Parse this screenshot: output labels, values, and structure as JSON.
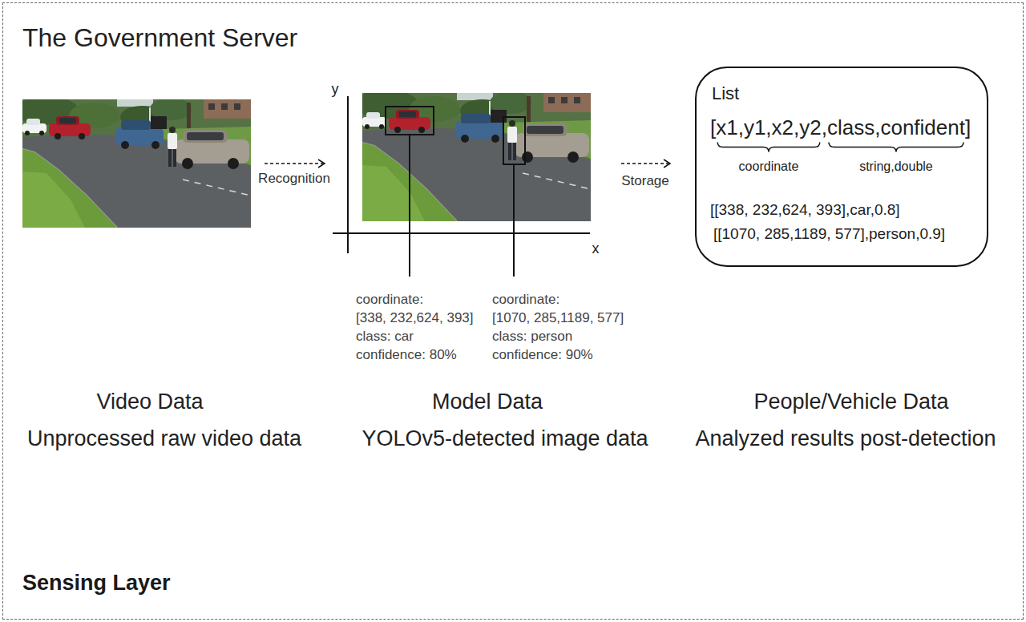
{
  "diagram": {
    "nodes": [
      {
        "text": [
          "The Government Server",
          "Sensing Layer"
        ]
      },
      {
        "text": [
          "List",
          "[x1,y1,x2,y2,class,confident]",
          "coordinate",
          "string,double",
          "[[338, 232,624, 393],car,0.8]",
          "[[1070, 285,1189, 577],person,0.9]"
        ],
        "in": 0
      }
    ],
    "labels": [
      "Recognition",
      "y",
      "x",
      "coordinate:",
      "[338, 232,624, 393]",
      "class: car",
      "confidence: 80%",
      "coordinate:",
      "[1070, 285,1189, 577]",
      "class: person",
      "confidence: 90%",
      "Storage",
      "Video Data",
      "Unprocessed raw video data",
      "Model Data",
      "YOLOv5-detected image data",
      "People/Vehicle Data",
      "Analyzed results post-detection"
    ]
  }
}
